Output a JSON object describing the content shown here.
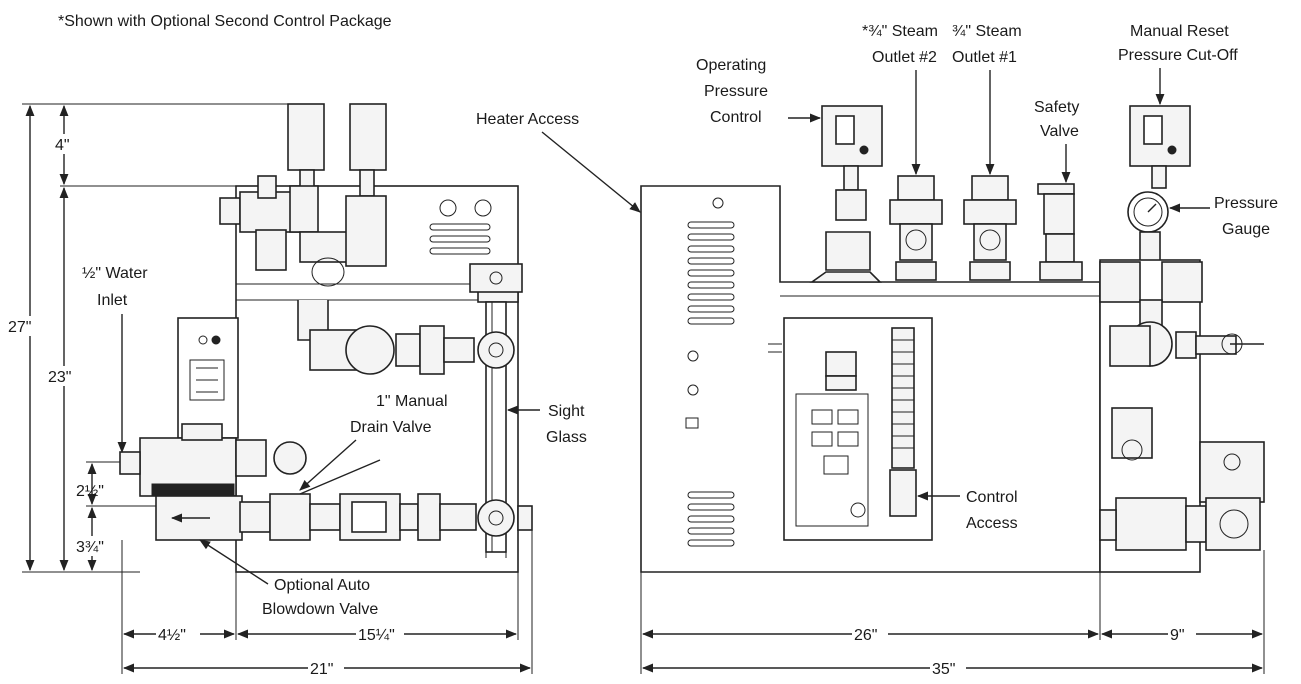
{
  "note": "*Shown with Optional Second Control Package",
  "left_view": {
    "labels": {
      "water_inlet": [
        "½\" Water",
        "Inlet"
      ],
      "drain_valve": [
        "1\" Manual",
        "Drain Valve"
      ],
      "sight_glass": [
        "Sight",
        "Glass"
      ],
      "blowdown": [
        "Optional Auto",
        "Blowdown Valve"
      ]
    },
    "dimensions": {
      "top_4": "4\"",
      "height_27": "27\"",
      "height_23": "23\"",
      "d_2_5": "2½\"",
      "d_3_75": "3¾\"",
      "w_4_5": "4½\"",
      "w_15_25": "15¼\"",
      "w_21": "21\""
    }
  },
  "right_view": {
    "labels": {
      "heater_access": "Heater Access",
      "operating_pressure": [
        "Operating",
        "Pressure",
        "Control"
      ],
      "steam_outlet_2": [
        "*¾\" Steam",
        "Outlet #2"
      ],
      "steam_outlet_1": [
        "¾\" Steam",
        "Outlet #1"
      ],
      "safety_valve": [
        "Safety",
        "Valve"
      ],
      "manual_reset": [
        "Manual Reset",
        "Pressure Cut-Off"
      ],
      "pressure_gauge": [
        "Pressure",
        "Gauge"
      ],
      "control_access": [
        "Control",
        "Access"
      ]
    },
    "dimensions": {
      "w_26": "26\"",
      "w_9": "9\"",
      "w_35": "35\""
    }
  }
}
